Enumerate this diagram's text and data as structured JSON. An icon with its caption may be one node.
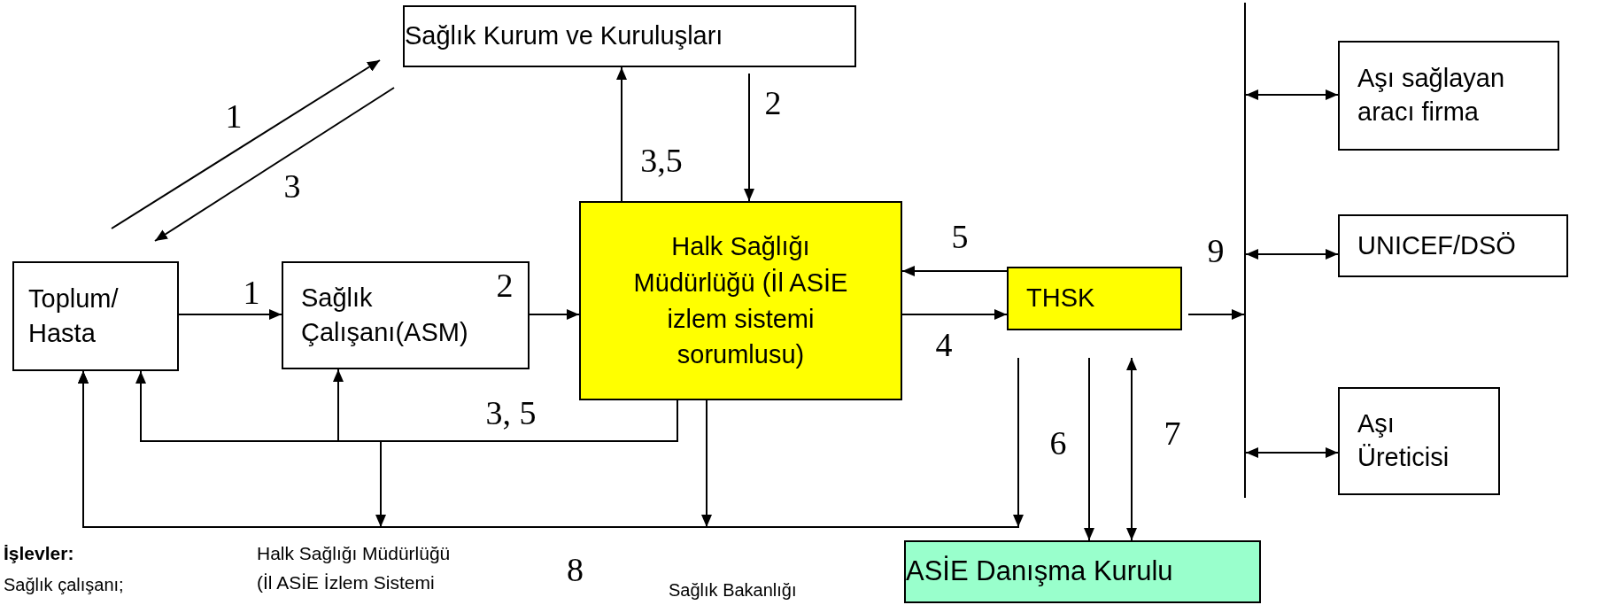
{
  "diagram": {
    "nodes": [
      {
        "text": [
          "Sağlık Kurum ve Kuruluşları"
        ]
      },
      {
        "text": [
          "Toplum/ Hasta"
        ]
      },
      {
        "text": [
          "Sağlık Çalışanı(ASM)"
        ]
      },
      {
        "text": [
          "Halk Sağlığı Müdürlüğü (İl ASİE izlem sistemi sorumlusu)"
        ]
      },
      {
        "text": [
          "THSK"
        ]
      },
      {
        "text": [],
        "shape": "bar"
      },
      {
        "text": [
          "Aşı sağlayan aracı firma"
        ]
      },
      {
        "text": [
          "UNICEF/DSÖ"
        ]
      },
      {
        "text": [
          "Aşı Üreticisi"
        ]
      },
      {
        "text": [
          "ASİE Danışma Kurulu"
        ]
      }
    ],
    "edges": [
      {
        "from": 1,
        "to": 0,
        "arrow": "to",
        "label": "1"
      },
      {
        "from": 0,
        "to": 1,
        "arrow": "to",
        "label": "3"
      },
      {
        "from": 1,
        "to": 2,
        "arrow": "to",
        "label": "1"
      },
      {
        "from": 2,
        "to": 3,
        "arrow": "to",
        "label": "2"
      },
      {
        "from": 3,
        "to": 0,
        "arrow": "to",
        "label": "3,5"
      },
      {
        "from": 0,
        "to": 3,
        "arrow": "to",
        "label": "2"
      },
      {
        "from": 3,
        "to": 4,
        "arrow": "to",
        "label": "4"
      },
      {
        "from": 4,
        "to": 3,
        "arrow": "to",
        "label": "5"
      },
      {
        "from": 3,
        "to": 2,
        "arrow": "to",
        "label": "3, 5"
      },
      {
        "from": 3,
        "to": 1,
        "arrow": "to"
      },
      {
        "from": 3,
        "to": 1,
        "arrow": "to"
      },
      {
        "from": 3,
        "to": 1,
        "arrow": "to"
      },
      {
        "from": 4,
        "to": 1,
        "arrow": "to"
      },
      {
        "from": 4,
        "to": 9,
        "arrow": "to",
        "label": "6"
      },
      {
        "from": 4,
        "to": 9,
        "arrow": "both",
        "label": "7"
      },
      {
        "from": 4,
        "to": 5,
        "arrow": "to",
        "label": "9"
      },
      {
        "from": 5,
        "to": 6,
        "arrow": "both"
      },
      {
        "from": 5,
        "to": 7,
        "arrow": "both"
      },
      {
        "from": 5,
        "to": 8,
        "arrow": "both"
      }
    ],
    "labels": [
      "İşlevler:",
      "Sağlık çalışanı;",
      "Halk Sağlığı Müdürlüğü",
      "(İl ASİE İzlem Sistemi",
      "8",
      "Sağlık Bakanlığı"
    ]
  }
}
